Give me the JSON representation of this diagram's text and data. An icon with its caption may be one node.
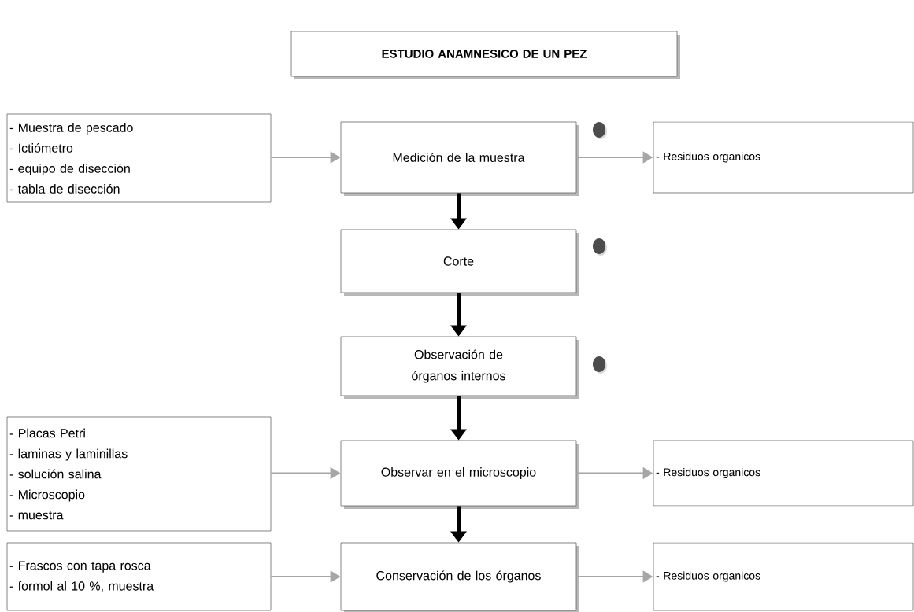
{
  "diagram": {
    "nodes": [
      {
        "text": [
          "ESTUDIO ANAMNESICO DE UN PEZ"
        ]
      },
      {
        "text": [
          "- Muestra de pescado",
          "- Ictiómetro",
          "- equipo de disección",
          "- tabla de disección"
        ]
      },
      {
        "text": [
          "Medición de la muestra"
        ]
      },
      {
        "text": [
          "- Residuos organicos"
        ]
      },
      {
        "text": [
          "Corte"
        ]
      },
      {
        "text": [
          "Observación de órganos internos"
        ]
      },
      {
        "text": [
          "- Placas Petri",
          "- laminas y laminillas",
          "- solución salina",
          "- Microscopio",
          "- muestra"
        ]
      },
      {
        "text": [
          "Observar en el microscopio"
        ]
      },
      {
        "text": [
          "- Residuos organicos"
        ]
      },
      {
        "text": [
          "- Frascos con tapa rosca",
          "- formol al 10 %, muestra"
        ]
      },
      {
        "text": [
          "Conservación de los órganos"
        ]
      },
      {
        "text": [
          "- Residuos organicos"
        ]
      }
    ],
    "edges": [
      {
        "from": 1,
        "to": 2,
        "arrow": "to"
      },
      {
        "from": 2,
        "to": 3,
        "arrow": "to"
      },
      {
        "from": 2,
        "to": 4,
        "arrow": "to",
        "style": "thick",
        "color": "#000000"
      },
      {
        "from": 4,
        "to": 5,
        "arrow": "to",
        "style": "thick",
        "color": "#000000"
      },
      {
        "from": 5,
        "to": 7,
        "arrow": "to",
        "style": "thick",
        "color": "#000000"
      },
      {
        "from": 6,
        "to": 7,
        "arrow": "to"
      },
      {
        "from": 7,
        "to": 8,
        "arrow": "to"
      },
      {
        "from": 7,
        "to": 10,
        "arrow": "to",
        "style": "thick",
        "color": "#000000"
      },
      {
        "from": 9,
        "to": 10,
        "arrow": "to"
      },
      {
        "from": 10,
        "to": 11,
        "arrow": "to"
      }
    ]
  }
}
